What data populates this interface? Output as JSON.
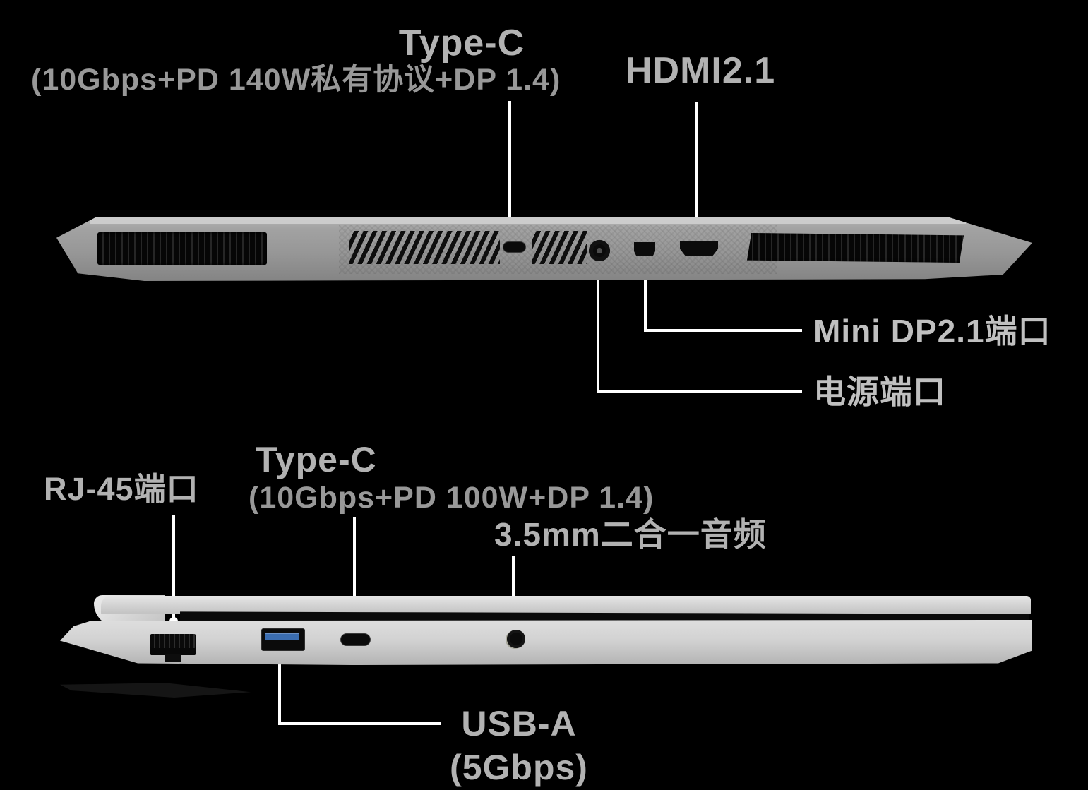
{
  "colors": {
    "background": "#000000",
    "label_text": "#b2b2b2",
    "label_subtext": "#989898",
    "callout_line": "#ffffff",
    "laptop_body": "#9a9a9a",
    "vent_dark": "#0a0a0a",
    "usb_blue": "#3b6db0"
  },
  "rear_view": {
    "name": "laptop rear view",
    "labels": {
      "type_c_title": "Type-C",
      "type_c_subtitle": "(10Gbps+PD 140W私有协议+DP 1.4)",
      "hdmi": "HDMI2.1",
      "mini_dp": "Mini DP2.1端口",
      "power": "电源端口"
    },
    "ports": [
      "left-exhaust-vent",
      "diagonal-vent-left",
      "type-c-port",
      "diagonal-vent-right",
      "power-port",
      "mini-dp-port",
      "hdmi-port",
      "right-exhaust-vent"
    ]
  },
  "side_view": {
    "name": "laptop left side view",
    "labels": {
      "rj45": "RJ-45端口",
      "type_c_title": "Type-C",
      "type_c_subtitle": "(10Gbps+PD 100W+DP 1.4)",
      "audio": "3.5mm二合一音频",
      "usb_a_title": "USB-A",
      "usb_a_subtitle": "(5Gbps)"
    },
    "ports": [
      "rj45-port",
      "usb-a-port",
      "type-c-port",
      "audio-jack-port"
    ]
  }
}
